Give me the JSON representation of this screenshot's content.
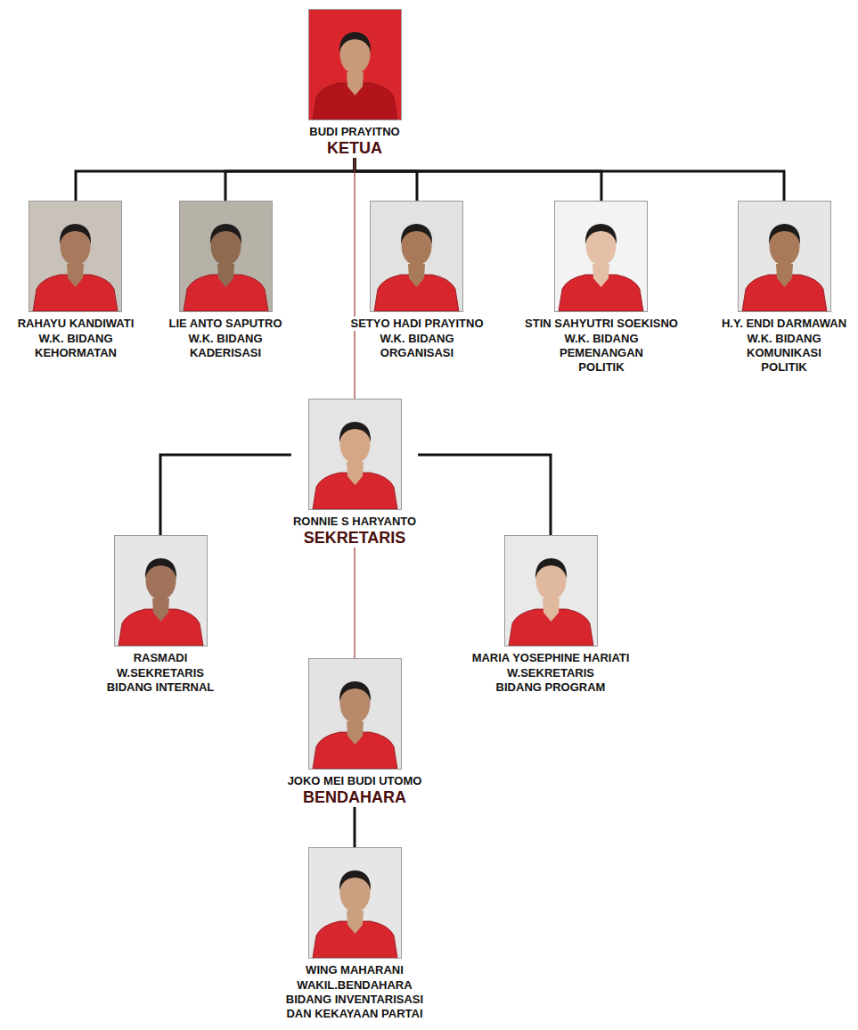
{
  "diagram": {
    "nodes": [
      {
        "text": [
          "BUDI PRAYITNO",
          "KETUA"
        ]
      },
      {
        "text": [
          "RAHAYU KANDIWATI",
          "W.K. BIDANG KEHORMATAN"
        ]
      },
      {
        "text": [
          "LIE ANTO SAPUTRO",
          "W.K. BIDANG KADERISASI"
        ]
      },
      {
        "text": [
          "SETYO HADI PRAYITNO",
          "W.K. BIDANG ORGANISASI"
        ]
      },
      {
        "text": [
          "STIN SAHYUTRI SOEKISNO",
          "W.K. BIDANG PEMENANGAN POLITIK"
        ]
      },
      {
        "text": [
          "H.Y. ENDI DARMAWAN",
          "W.K. BIDANG KOMUNIKASI POLITIK"
        ]
      },
      {
        "text": [
          "RONNIE S HARYANTO",
          "SEKRETARIS"
        ]
      },
      {
        "text": [
          "RASMADI",
          "W.SEKRETARIS BIDANG INTERNAL"
        ]
      },
      {
        "text": [
          "MARIA YOSEPHINE HARIATI",
          "W.SEKRETARIS BIDANG PROGRAM"
        ]
      },
      {
        "text": [
          "JOKO MEI BUDI UTOMO",
          "BENDAHARA"
        ]
      },
      {
        "text": [
          "WING MAHARANI",
          "WAKIL.BENDAHARA BIDANG INVENTARISASI DAN KEKAYAAN PARTAI"
        ]
      }
    ],
    "edges": [
      {
        "from": 0,
        "to": 1,
        "arrow": "none"
      },
      {
        "from": 0,
        "to": 2,
        "arrow": "none"
      },
      {
        "from": 0,
        "to": 3,
        "arrow": "none"
      },
      {
        "from": 0,
        "to": 4,
        "arrow": "none"
      },
      {
        "from": 0,
        "to": 5,
        "arrow": "none"
      },
      {
        "from": 0,
        "to": 6,
        "arrow": "none"
      },
      {
        "from": 6,
        "to": 7,
        "arrow": "none"
      },
      {
        "from": 6,
        "to": 8,
        "arrow": "none"
      },
      {
        "from": 6,
        "to": 9,
        "arrow": "none"
      },
      {
        "from": 9,
        "to": 10,
        "arrow": "none"
      }
    ]
  }
}
